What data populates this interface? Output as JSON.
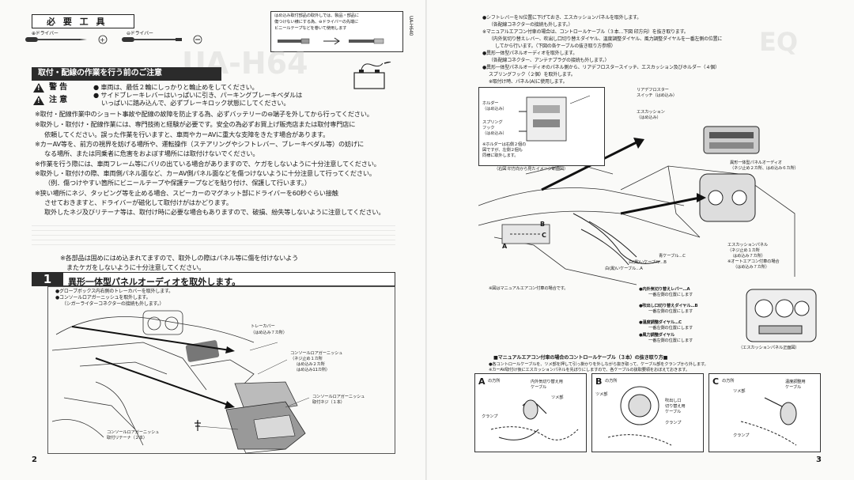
{
  "page_left": {
    "number": "2",
    "tools_title": "必 要 工 具",
    "tools": [
      {
        "label": "⊕ドライバー",
        "symbol": "⊕"
      },
      {
        "label": "⊖ドライバー",
        "symbol": "⊖"
      }
    ],
    "tape_note": [
      "はめ込み取付部品の取外しでは、製品・部品に",
      "傷つけない様にする為、⊖ドライバーの先端に",
      "ビニールテープなどを巻いて使用します"
    ],
    "model_code": "UA-H640",
    "caution_title": "取付・配線の作業を行う前のご注意",
    "warning_label": "警 告",
    "caution_label": "注 意",
    "warning_lines": [
      "● 車両は、最低２輪にしっかりと輪止めをしてください。",
      "● サイドブレーキレバーはいっぱいに引き、パーキングブレーキペダルは",
      "いっぱいに踏み込んで、必ずブレーキロック状態にしてください。"
    ],
    "notes": [
      "※取付・配線作業中のショート事故や配線の故障を防止する為、必ずバッテリーの⊖端子を外してから行ってください。",
      "※取外し・取付け・配線作業には、専門技術と経験が必要です。安全の為必ずお買上げ販売店または取付専門店に",
      "依頼してください。誤った作業を行いますと、車両やカーAVに重大な支障をきたす場合があります。",
      "※カーAV等を、前方の視界を妨げる場所や、運転操作（ステアリングやシフトレバー、ブレーキペダル等）の妨げに",
      "なる場所、または同乗者に危害をおよぼす場所には取付けないでください。",
      "※作業を行う際には、車両フレーム等にバリの出ている場合がありますので、ケガをしないように十分注意してください。",
      "※取外し・取付けの際、車両側パネル面など、カーAV側パネル面などを傷つけないように十分注意して行ってください。",
      "（例．傷つけやすい箇所にビニールテープや保護テープなどを貼り付け、保護して行います。）",
      "※狭い場所にネジ、タッピング等を止める場合、スピーカーのマグネット部にドライバーを60秒ぐらい接触",
      "させておきますと、ドライバーが磁化して取付けがはかどります。",
      "取外したネジ及びリテーナ等は、取付け時に必要な場合もありますので、破損、紛失等しないように注意してください。"
    ],
    "parts_note": [
      "※各部品は固めにはめ込まれてますので、取外しの際はパネル等に傷を付けないよう",
      "またケガをしないように十分注意してください。"
    ],
    "step_number": "1",
    "step_title": "異形一体型パネルオーディオを取外します。",
    "step_bullets": [
      "●グローブボックス内右側のトレーカバーを取外します。",
      "●コンソールロアガーニッシュを取外します。",
      "（シガーライターコネクターの接続も外します。）"
    ],
    "fig_labels": {
      "tray_cover": [
        "トレーカバー",
        "（はめ込み７カ所）"
      ],
      "garnish": [
        "コンソールロアガーニッシュ",
        "（ネジ止め１カ所",
        "はめ込み２カ所",
        "はめ込み11カ所）"
      ],
      "garnish_screw": [
        "コンソールロアガーニッシュ",
        "取付ネジ（１本）"
      ],
      "retainer": [
        "コンソールロアガーニッシュ",
        "取付リテーナ（２本）"
      ]
    }
  },
  "page_right": {
    "number": "3",
    "header_lines": [
      "●シフトレバーをＮ位置に下げておき、エスカッションパネルを取外します。",
      "（各配線コネクターの接続も外します。）",
      "※マニュアルエアコン付車の場合は、コントロールケーブル（３本…下図 印方向）を抜き取ります。",
      "（内外気切り替えレバー、吹出し口切り替えダイヤル、温度調整ダイヤル、風力調整ダイヤルを一番左側の位置に",
      "してから行います。（下図の各ケーブルの抜き取り方参照）",
      "●異形一体型パネルオーディオを取外します。",
      "（各配線コネクター、アンテナプラグの接続も外します。）",
      "●異形一体型パネルオーディオのパネル側から、リアデフロスタースイッチ、エスカッション及びホルダー（４個）",
      "スプリングフック（２個）を取外します。",
      "※取付け時、パネル(A)に使用します。"
    ],
    "inset_labels": {
      "holder": [
        "ホルダー",
        "（はめ込み）"
      ],
      "spring_hook": [
        "スプリング",
        "フック",
        "（はめ込み）"
      ],
      "defroster": [
        "リアデフロスター",
        "スイッチ（はめ込み）"
      ],
      "escutcheon": [
        "エスカッション",
        "（はめ込み）"
      ],
      "holder_note": [
        "※ホルダーは右側２個の",
        "図ですが、左側２個も",
        "同様に取外します。"
      ],
      "view_caption": "（右図 印方向から見たイメージ断面図）"
    },
    "main_labels": {
      "audio": [
        "異形一体型パネルオーディオ",
        "（ネジ止め２カ所、はめ込み６カ所）"
      ],
      "escutcheon_panel": [
        "エスカッションパネル",
        "（ネジ止め１カ所",
        "はめ込み７カ所）",
        "※オートエアコン付車の場合",
        "（はめ込み７カ所）"
      ],
      "blue_cable": "青ケーブル…C",
      "white_cable": "白(黒)いケーブル…B",
      "red_cable": "白(黒)いケーブル…A",
      "note": "※図はマニュアルエアコン付車の場合です。",
      "a": "A",
      "b": "B",
      "c": "C"
    },
    "controls": [
      {
        "label": "●内外気切り替えレバー…A",
        "sub": "一番左側の位置にします"
      },
      {
        "label": "●吹出し口切り替えダイヤル…B",
        "sub": "一番左側の位置にします"
      },
      {
        "label": "●温度調整ダイヤル…C",
        "sub": "一番左側の位置にします"
      },
      {
        "label": "●風力調整ダイヤル",
        "sub": "一番左側の位置にします"
      }
    ],
    "controls_caption": "（エスカッションパネル正面図）",
    "bottom_title": "■マニュアルエアコン付車の場合のコントロールケーブル（３本）の抜き取り方■",
    "bottom_lines": [
      "●各コントロールケーブルを、ツメ部を押して引っ掛かりを外しながら抜き取って、ケーブル部をクランプから外します。",
      "※カーAV取付け後にエスカッションパネルを先ぼりにしますので、各ケーブルの抜取要領をおぼえておきます。"
    ],
    "bottom_panels": [
      {
        "letter": "A",
        "title": "の方所",
        "labels": [
          "内外気切り替え用",
          "ケーブル",
          "ツメ部",
          "クランプ"
        ]
      },
      {
        "letter": "B",
        "title": "の方所",
        "labels": [
          "ツメ部",
          "吹出し口",
          "切り替え用",
          "ケーブル",
          "クランプ"
        ]
      },
      {
        "letter": "C",
        "title": "の方所",
        "labels": [
          "ツメ部",
          "温度調整用",
          "ケーブル",
          "クランプ"
        ]
      }
    ]
  },
  "colors": {
    "ink": "#1a1a1a",
    "bar": "#2b2b2b",
    "paper": "#fafaf8",
    "ghost": "#c9c9c6"
  }
}
